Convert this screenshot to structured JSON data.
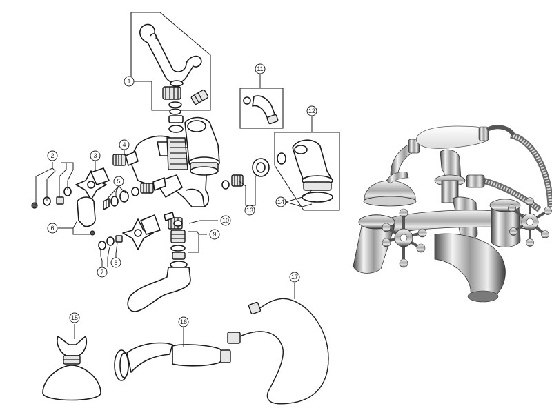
{
  "callouts": [
    {
      "id": "1",
      "label": "1"
    },
    {
      "id": "2",
      "label": "2"
    },
    {
      "id": "3",
      "label": "3"
    },
    {
      "id": "4",
      "label": "4"
    },
    {
      "id": "5",
      "label": "5"
    },
    {
      "id": "6",
      "label": "6"
    },
    {
      "id": "7",
      "label": "7"
    },
    {
      "id": "8",
      "label": "8"
    },
    {
      "id": "9",
      "label": "9"
    },
    {
      "id": "10",
      "label": "10"
    },
    {
      "id": "11",
      "label": "11"
    },
    {
      "id": "12",
      "label": "12"
    },
    {
      "id": "13",
      "label": "13"
    },
    {
      "id": "14",
      "label": "14"
    },
    {
      "id": "15",
      "label": "15"
    },
    {
      "id": "16",
      "label": "16"
    },
    {
      "id": "17",
      "label": "17"
    }
  ],
  "colors": {
    "line": "#222222",
    "chrome_light": "#f2f2f2",
    "chrome_mid": "#a8a8a8",
    "chrome_dark": "#3a3a3a",
    "background": "#ffffff"
  }
}
